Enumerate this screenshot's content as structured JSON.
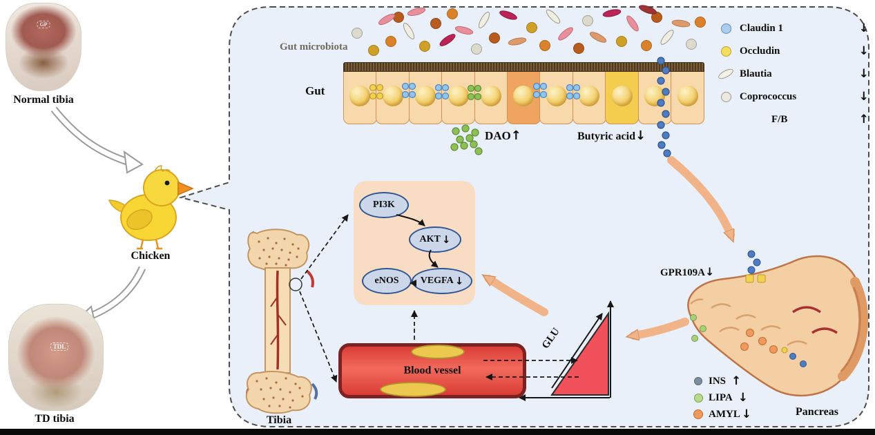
{
  "left": {
    "normal_tibia": "Normal tibia",
    "gp": "GP",
    "chicken": "Chicken",
    "td_tibia": "TD tibia",
    "tdl": "TDL"
  },
  "gut": {
    "microbiota": "Gut microbiota",
    "gut": "Gut",
    "dao": "DAO",
    "dao_arrow": "↑",
    "butyric": "Butyric acid",
    "butyric_arrow": "↓"
  },
  "legend_top": [
    {
      "label": "Claudin 1",
      "arrow": "↓"
    },
    {
      "label": "Occludin",
      "arrow": "↓"
    },
    {
      "label": "Blautia",
      "arrow": "↓"
    },
    {
      "label": "Coprococcus",
      "arrow": "↓"
    },
    {
      "label": "F/B",
      "arrow": "↑"
    }
  ],
  "pathway": {
    "pi3k": "PI3K",
    "akt": "AKT",
    "akt_arrow": "↓",
    "enos": "eNOS",
    "vegfa": "VEGFA",
    "vegfa_arrow": "↓"
  },
  "labels": {
    "tibia": "Tibia",
    "vessel": "Blood vessel",
    "glu": "GLU"
  },
  "pancreas": {
    "gpr": "GPR109A",
    "gpr_arrow": "↓",
    "label": "Pancreas"
  },
  "legend_bottom": [
    {
      "label": "INS",
      "arrow": "↑"
    },
    {
      "label": "LIPA",
      "arrow": "↓"
    },
    {
      "label": "AMYL",
      "arrow": "↓"
    }
  ]
}
